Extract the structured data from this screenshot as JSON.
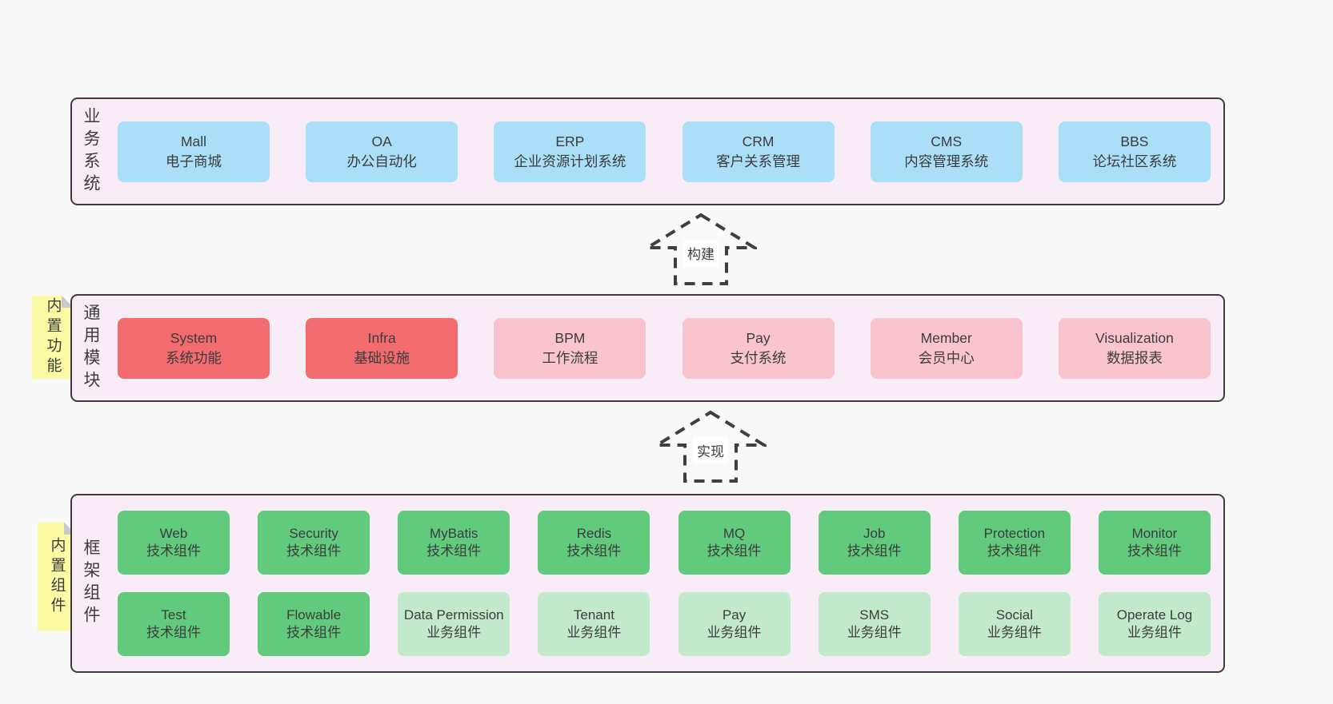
{
  "colors": {
    "page_bg": "#f8f8f8",
    "panel_bg": "#f8edf6",
    "panel_border": "#3d3d3d",
    "text": "#3c3c3c",
    "blue": "#abdef7",
    "red": "#f26b6e",
    "pink": "#fac4cf",
    "green": "#61ca7d",
    "lightgreen": "#c3e9cc",
    "note_yellow": "#fbfaa5",
    "fold_gray": "#c9c9c9",
    "arrow_dash": "#3f3f3f"
  },
  "sections": {
    "business": {
      "label": "业务系统",
      "boxes": [
        {
          "name": "Mall",
          "desc": "电子商城"
        },
        {
          "name": "OA",
          "desc": "办公自动化"
        },
        {
          "name": "ERP",
          "desc": "企业资源计划系统"
        },
        {
          "name": "CRM",
          "desc": "客户关系管理"
        },
        {
          "name": "CMS",
          "desc": "内容管理系统"
        },
        {
          "name": "BBS",
          "desc": "论坛社区系统"
        }
      ]
    },
    "modules": {
      "label": "通用模块",
      "note": "内置功能",
      "boxes": [
        {
          "name": "System",
          "desc": "系统功能"
        },
        {
          "name": "Infra",
          "desc": "基础设施"
        },
        {
          "name": "BPM",
          "desc": "工作流程"
        },
        {
          "name": "Pay",
          "desc": "支付系统"
        },
        {
          "name": "Member",
          "desc": "会员中心"
        },
        {
          "name": "Visualization",
          "desc": "数据报表"
        }
      ]
    },
    "components": {
      "label": "框架组件",
      "note": "内置组件",
      "row1": [
        {
          "name": "Web",
          "desc": "技术组件"
        },
        {
          "name": "Security",
          "desc": "技术组件"
        },
        {
          "name": "MyBatis",
          "desc": "技术组件"
        },
        {
          "name": "Redis",
          "desc": "技术组件"
        },
        {
          "name": "MQ",
          "desc": "技术组件"
        },
        {
          "name": "Job",
          "desc": "技术组件"
        },
        {
          "name": "Protection",
          "desc": "技术组件"
        },
        {
          "name": "Monitor",
          "desc": "技术组件"
        }
      ],
      "row2": [
        {
          "name": "Test",
          "desc": "技术组件"
        },
        {
          "name": "Flowable",
          "desc": "技术组件"
        },
        {
          "name": "Data Permission",
          "desc": "业务组件"
        },
        {
          "name": "Tenant",
          "desc": "业务组件"
        },
        {
          "name": "Pay",
          "desc": "业务组件"
        },
        {
          "name": "SMS",
          "desc": "业务组件"
        },
        {
          "name": "Social",
          "desc": "业务组件"
        },
        {
          "name": "Operate Log",
          "desc": "业务组件"
        }
      ]
    }
  },
  "arrows": {
    "build": "构建",
    "implement": "实现"
  }
}
